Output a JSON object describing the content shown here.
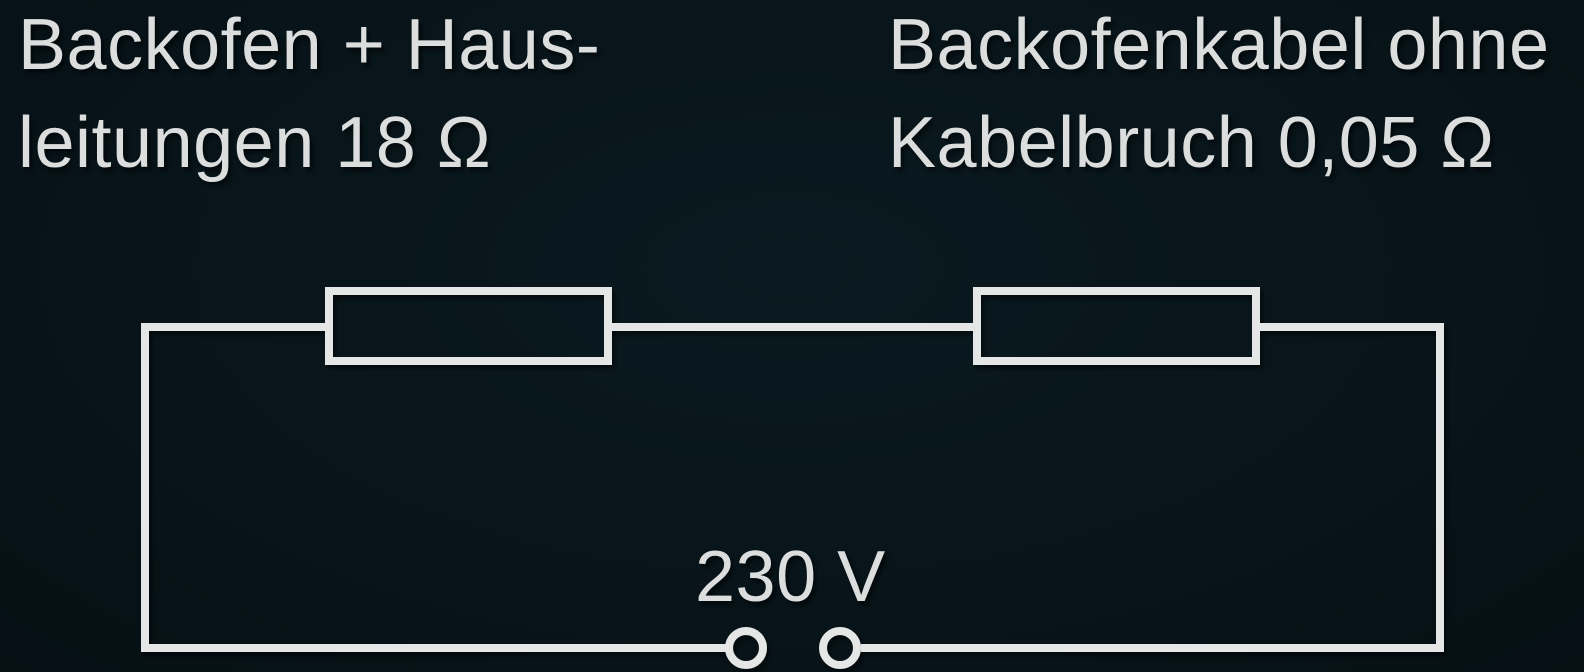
{
  "colors": {
    "background": "#081419",
    "wire": "#e5e7e7",
    "text": "#dcdede"
  },
  "diagram": {
    "kind": "series-circuit",
    "left_resistor": {
      "label_line1": "Backofen + Haus-",
      "label_line2": "leitungen 18 Ω",
      "value": "18 Ω"
    },
    "right_resistor": {
      "label_line1": "Backofenkabel ohne",
      "label_line2": "Kabelbruch 0,05 Ω",
      "value": "0,05 Ω"
    },
    "source": {
      "voltage_label": "230 V"
    }
  }
}
